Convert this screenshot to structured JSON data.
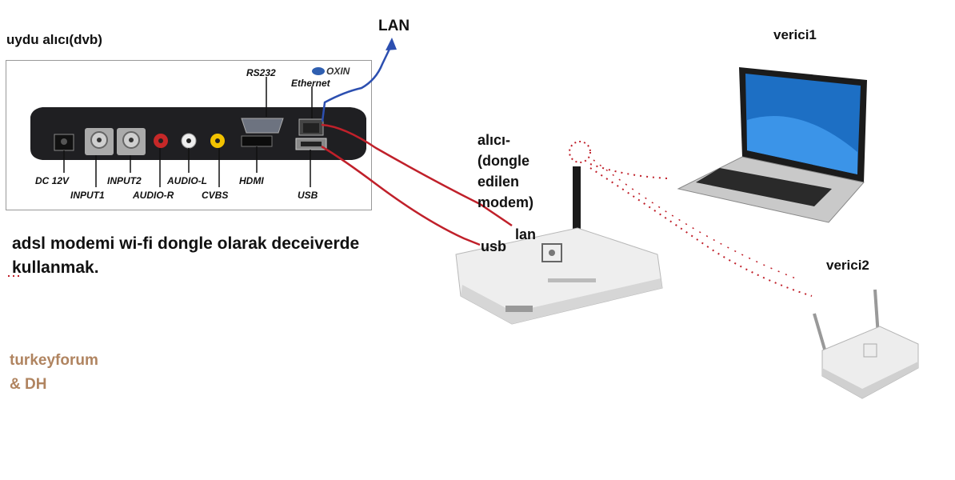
{
  "title": "uydu alıcı(dvb)",
  "lan_label": "LAN",
  "receiver_ports": {
    "rs232": "RS232",
    "ethernet": "Ethernet",
    "brand": "OXIN",
    "dc": "DC  12V",
    "input1": "INPUT1",
    "input2": "INPUT2",
    "audio_r": "AUDIO-R",
    "audio_l": "AUDIO-L",
    "cvbs": "CVBS",
    "hdmi": "HDMI",
    "usb": "USB"
  },
  "modem_label": {
    "line1": "alıcı-",
    "line2": "(dongle",
    "line3": "edilen",
    "line4": "modem)"
  },
  "modem_port_lan": "lan",
  "modem_port_usb": "usb",
  "transmitter1": "verici1",
  "transmitter2": "verici2",
  "description": {
    "line1": "adsl modemi wi-fi dongle olarak deceiverde",
    "line2": "kullanmak."
  },
  "credit": {
    "line1": "turkeyforum",
    "line2": "& DH"
  },
  "colors": {
    "cable": "#c0202a",
    "lan_arrow": "#2c4fb0",
    "wifi_dots": "#c0202a",
    "credit": "#b08460"
  }
}
